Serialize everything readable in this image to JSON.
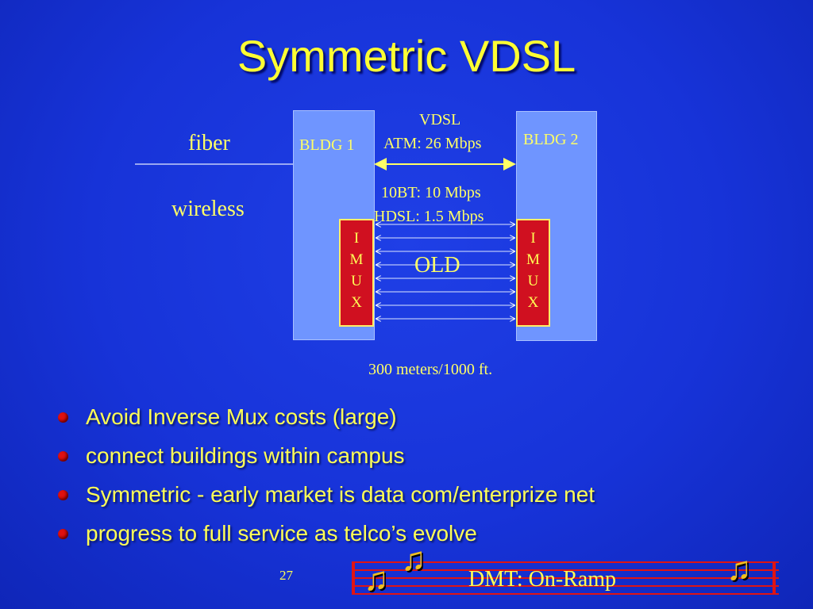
{
  "slide": {
    "title": "Symmetric VDSL",
    "page_number": "27",
    "footer": "DMT: On-Ramp"
  },
  "diagram": {
    "fiber_label": "fiber",
    "wireless_label": "wireless",
    "bldg1_label": "BLDG 1",
    "bldg2_label": "BLDG 2",
    "vdsl_label": "VDSL",
    "atm_label": "ATM: 26 Mbps",
    "tenbt_label": "10BT: 10 Mbps",
    "hdsl_label": "HDSL: 1.5 Mbps",
    "old_label": "OLD",
    "distance_label": "300 meters/1000 ft.",
    "imux_letters": [
      "I",
      "M",
      "U",
      "X"
    ]
  },
  "bullets": [
    "Avoid Inverse Mux costs (large)",
    "connect buildings within campus",
    "Symmetric - early market is data com/enterprize net",
    "progress to full service as telco’s evolve"
  ],
  "colors": {
    "background": "#1733d8",
    "text": "#ffff55",
    "building": "#6f95ff",
    "imux": "#d01020",
    "bullet_dot": "#e01010"
  },
  "icons": [
    "music-note-icon",
    "bullet-dot-icon"
  ]
}
